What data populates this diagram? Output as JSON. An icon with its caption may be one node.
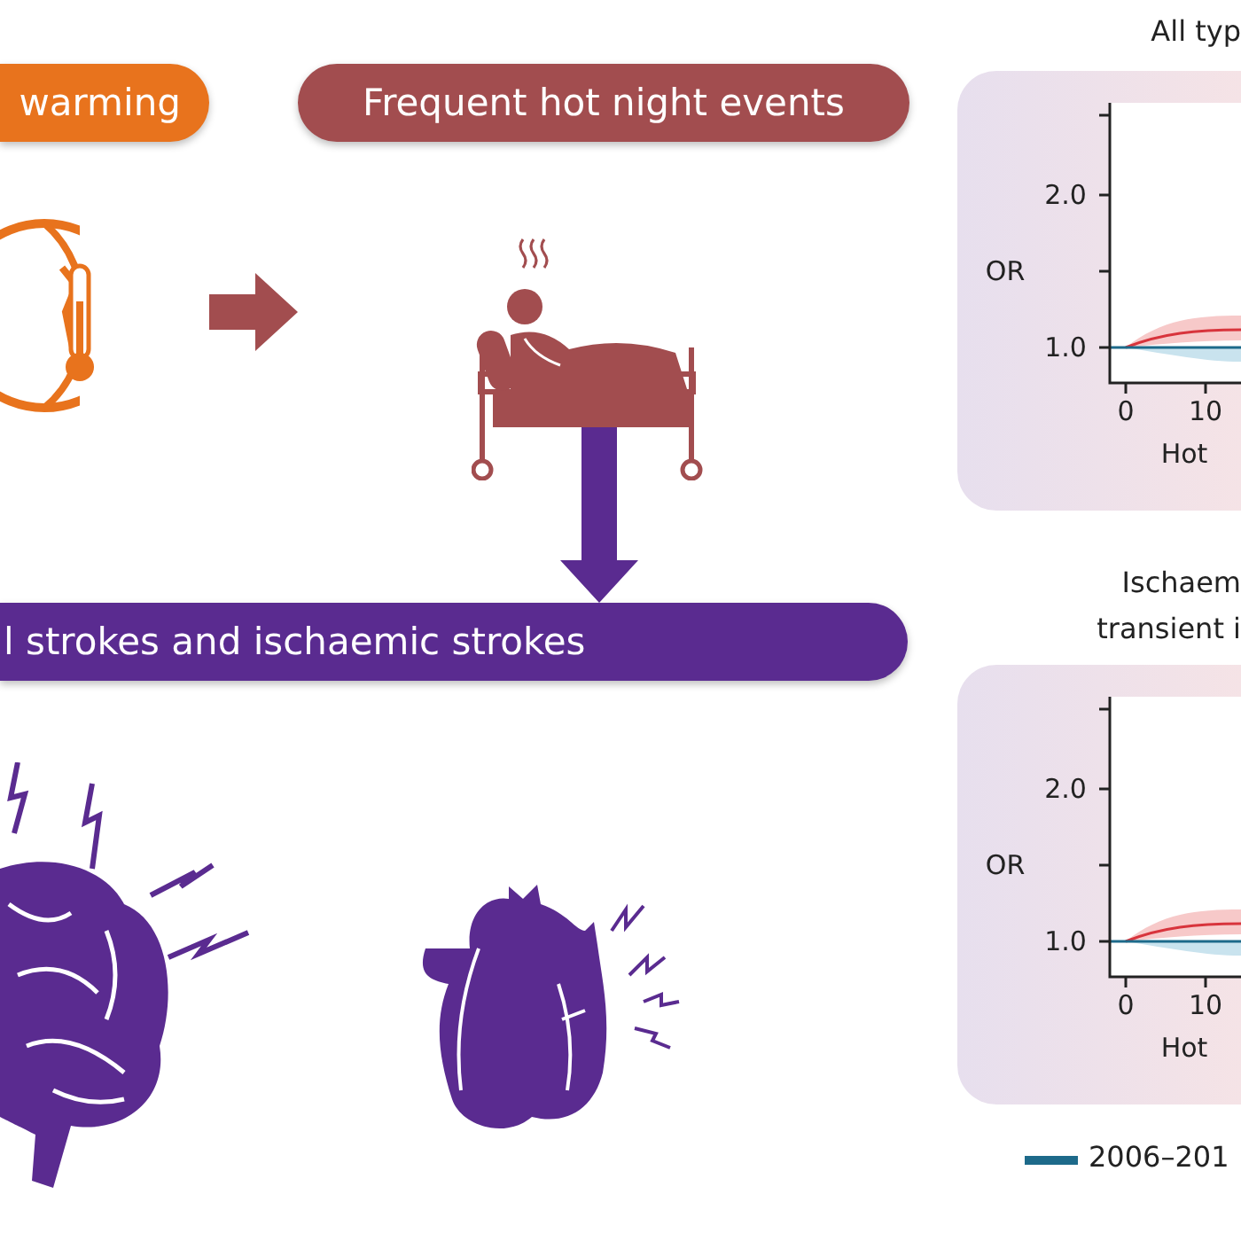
{
  "diagram": {
    "nodes": [
      {
        "text": [
          "warming"
        ]
      },
      {
        "text": [
          "Frequent hot night events"
        ]
      },
      {
        "text": [
          "l strokes and ischaemic strokes"
        ]
      },
      {
        "text": [
          "All typ"
        ]
      },
      {
        "text": [
          "Ischaem transient i"
        ]
      }
    ],
    "edges": [
      {
        "from": 0,
        "to": 1,
        "arrow": "to"
      },
      {
        "from": 1,
        "to": 2,
        "arrow": "to"
      }
    ],
    "labels": [
      "2.0",
      "OR",
      "1.0",
      "0",
      "10",
      "Hot",
      "2.0",
      "OR",
      "1.0",
      "0",
      "10",
      "Hot"
    ],
    "legend": [
      {
        "text": "2006–201"
      }
    ]
  }
}
